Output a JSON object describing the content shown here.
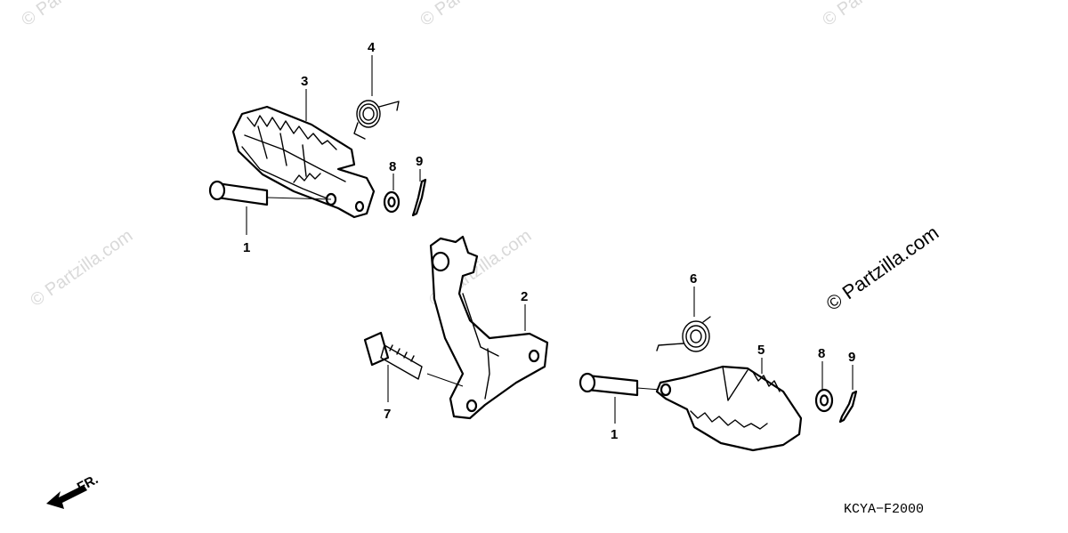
{
  "watermark": {
    "text": "© Partzilla.com"
  },
  "copyright": {
    "text": "© Partzilla.com"
  },
  "diagram_code": "KCYA−F2000",
  "direction_label": "FR.",
  "callouts": {
    "left_pin": "1",
    "right_pin": "1",
    "bracket": "2",
    "left_footpeg": "3",
    "left_spring": "4",
    "right_footpeg": "5",
    "right_spring": "6",
    "bolt": "7",
    "left_washer": "8",
    "right_washer": "8",
    "left_cotter_pin": "9",
    "right_cotter_pin": "9"
  }
}
